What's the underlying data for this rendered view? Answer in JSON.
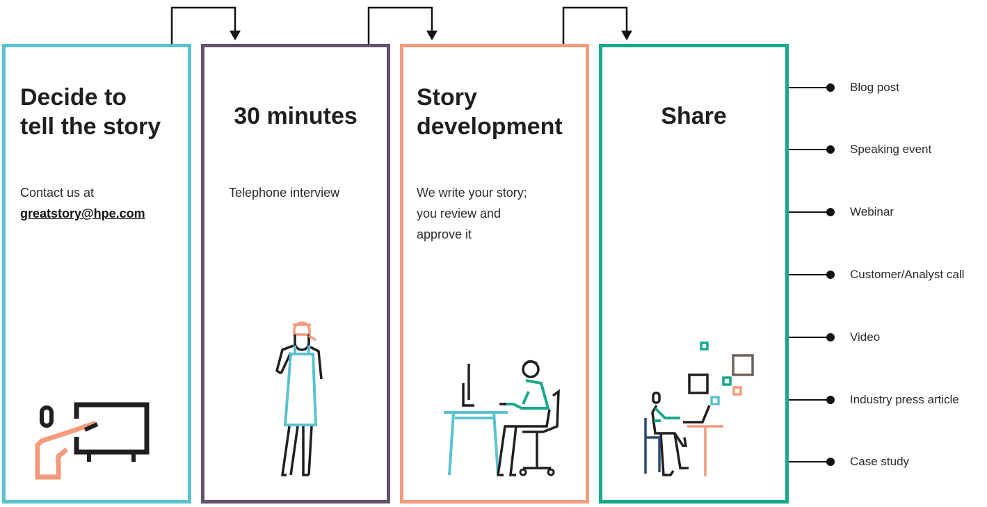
{
  "steps": [
    {
      "title_line1": "Decide to",
      "title_line2": "tell the story",
      "body_line1": "Contact us at",
      "email": "greatstory@hpe.com"
    },
    {
      "title": "30 minutes",
      "body": "Telephone interview"
    },
    {
      "title_line1": "Story",
      "title_line2": "development",
      "body_line1": "We write your story;",
      "body_line2": "you review and",
      "body_line3": "approve it"
    },
    {
      "title": "Share"
    }
  ],
  "outputs": [
    "Blog post",
    "Speaking event",
    "Webinar",
    "Customer/Analyst call",
    "Video",
    "Industry press article",
    "Case study"
  ],
  "colors": {
    "step1": "#5bc2cf",
    "step2": "#65506e",
    "step3": "#f39b7c",
    "step4": "#16a98a",
    "ink": "#1f1f1f",
    "accent_orange": "#f39b7c"
  },
  "icons": [
    "person-at-whiteboard-icon",
    "person-on-phone-icon",
    "person-at-desk-icon",
    "person-sharing-icon"
  ]
}
